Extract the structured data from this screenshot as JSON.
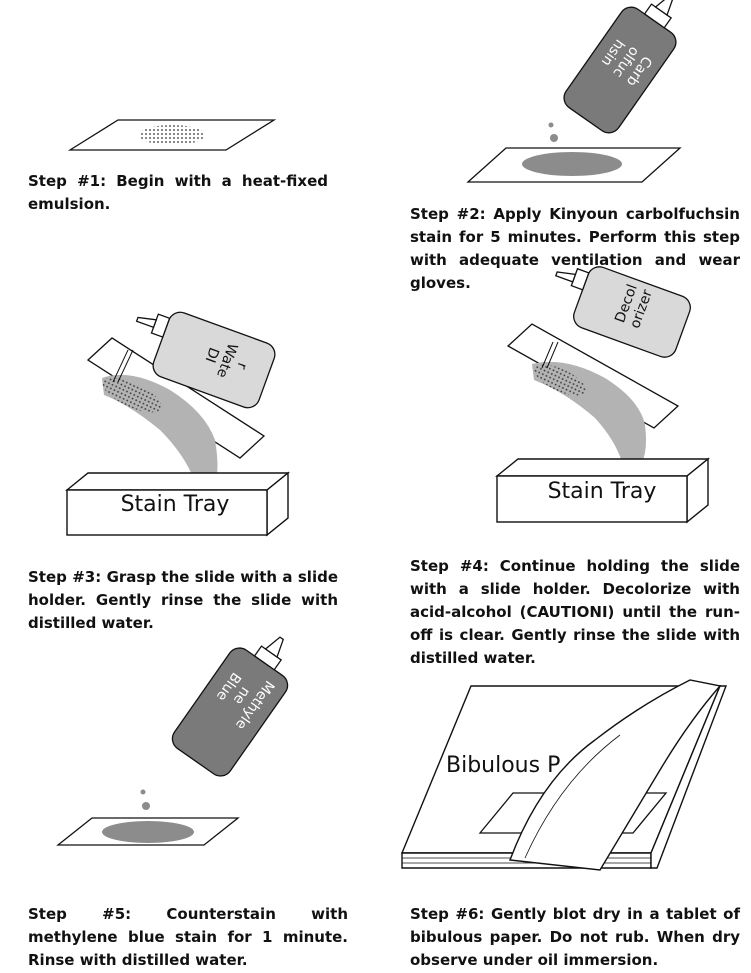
{
  "steps": [
    {
      "id": 1,
      "caption": "Step #1: Begin with a heat-fixed emulsion."
    },
    {
      "id": 2,
      "caption": "Step #2: Apply Kinyoun carbolfuchsin stain for 5 minutes. Perform this step with adequate ventilation and wear gloves.",
      "bottle_label": [
        "Carb",
        "olfuc",
        "hsin"
      ]
    },
    {
      "id": 3,
      "caption": "Step #3: Grasp the slide with a slide holder. Gently rinse the slide with distilled water.",
      "bottle_label": [
        "DI",
        "Wate",
        "r"
      ],
      "tray_label": "Stain Tray"
    },
    {
      "id": 4,
      "caption": "Step #4: Continue holding the slide with a slide holder. Decolorize with acid-alcohol (CAUTIONI) until the run-off is clear. Gently rinse the slide with distilled water.",
      "bottle_label": [
        "Decol",
        "orizer"
      ],
      "tray_label": "Stain Tray"
    },
    {
      "id": 5,
      "caption": "Step #5: Counterstain with methylene blue stain for 1 minute. Rinse with distilled water.",
      "bottle_label": [
        "Methyle",
        "ne",
        "Blue"
      ]
    },
    {
      "id": 6,
      "caption": "Step #6: Gently blot dry in a tablet of bibulous paper. Do not rub. When dry observe under oil immersion.",
      "paper_label": "Bibulous P"
    }
  ],
  "colors": {
    "ink": "#111111",
    "bottle_dark": "#7a7a7a",
    "bottle_light": "#d9d9d9",
    "stain": "#8c8c8c",
    "stain_light": "#b3b3b3"
  }
}
